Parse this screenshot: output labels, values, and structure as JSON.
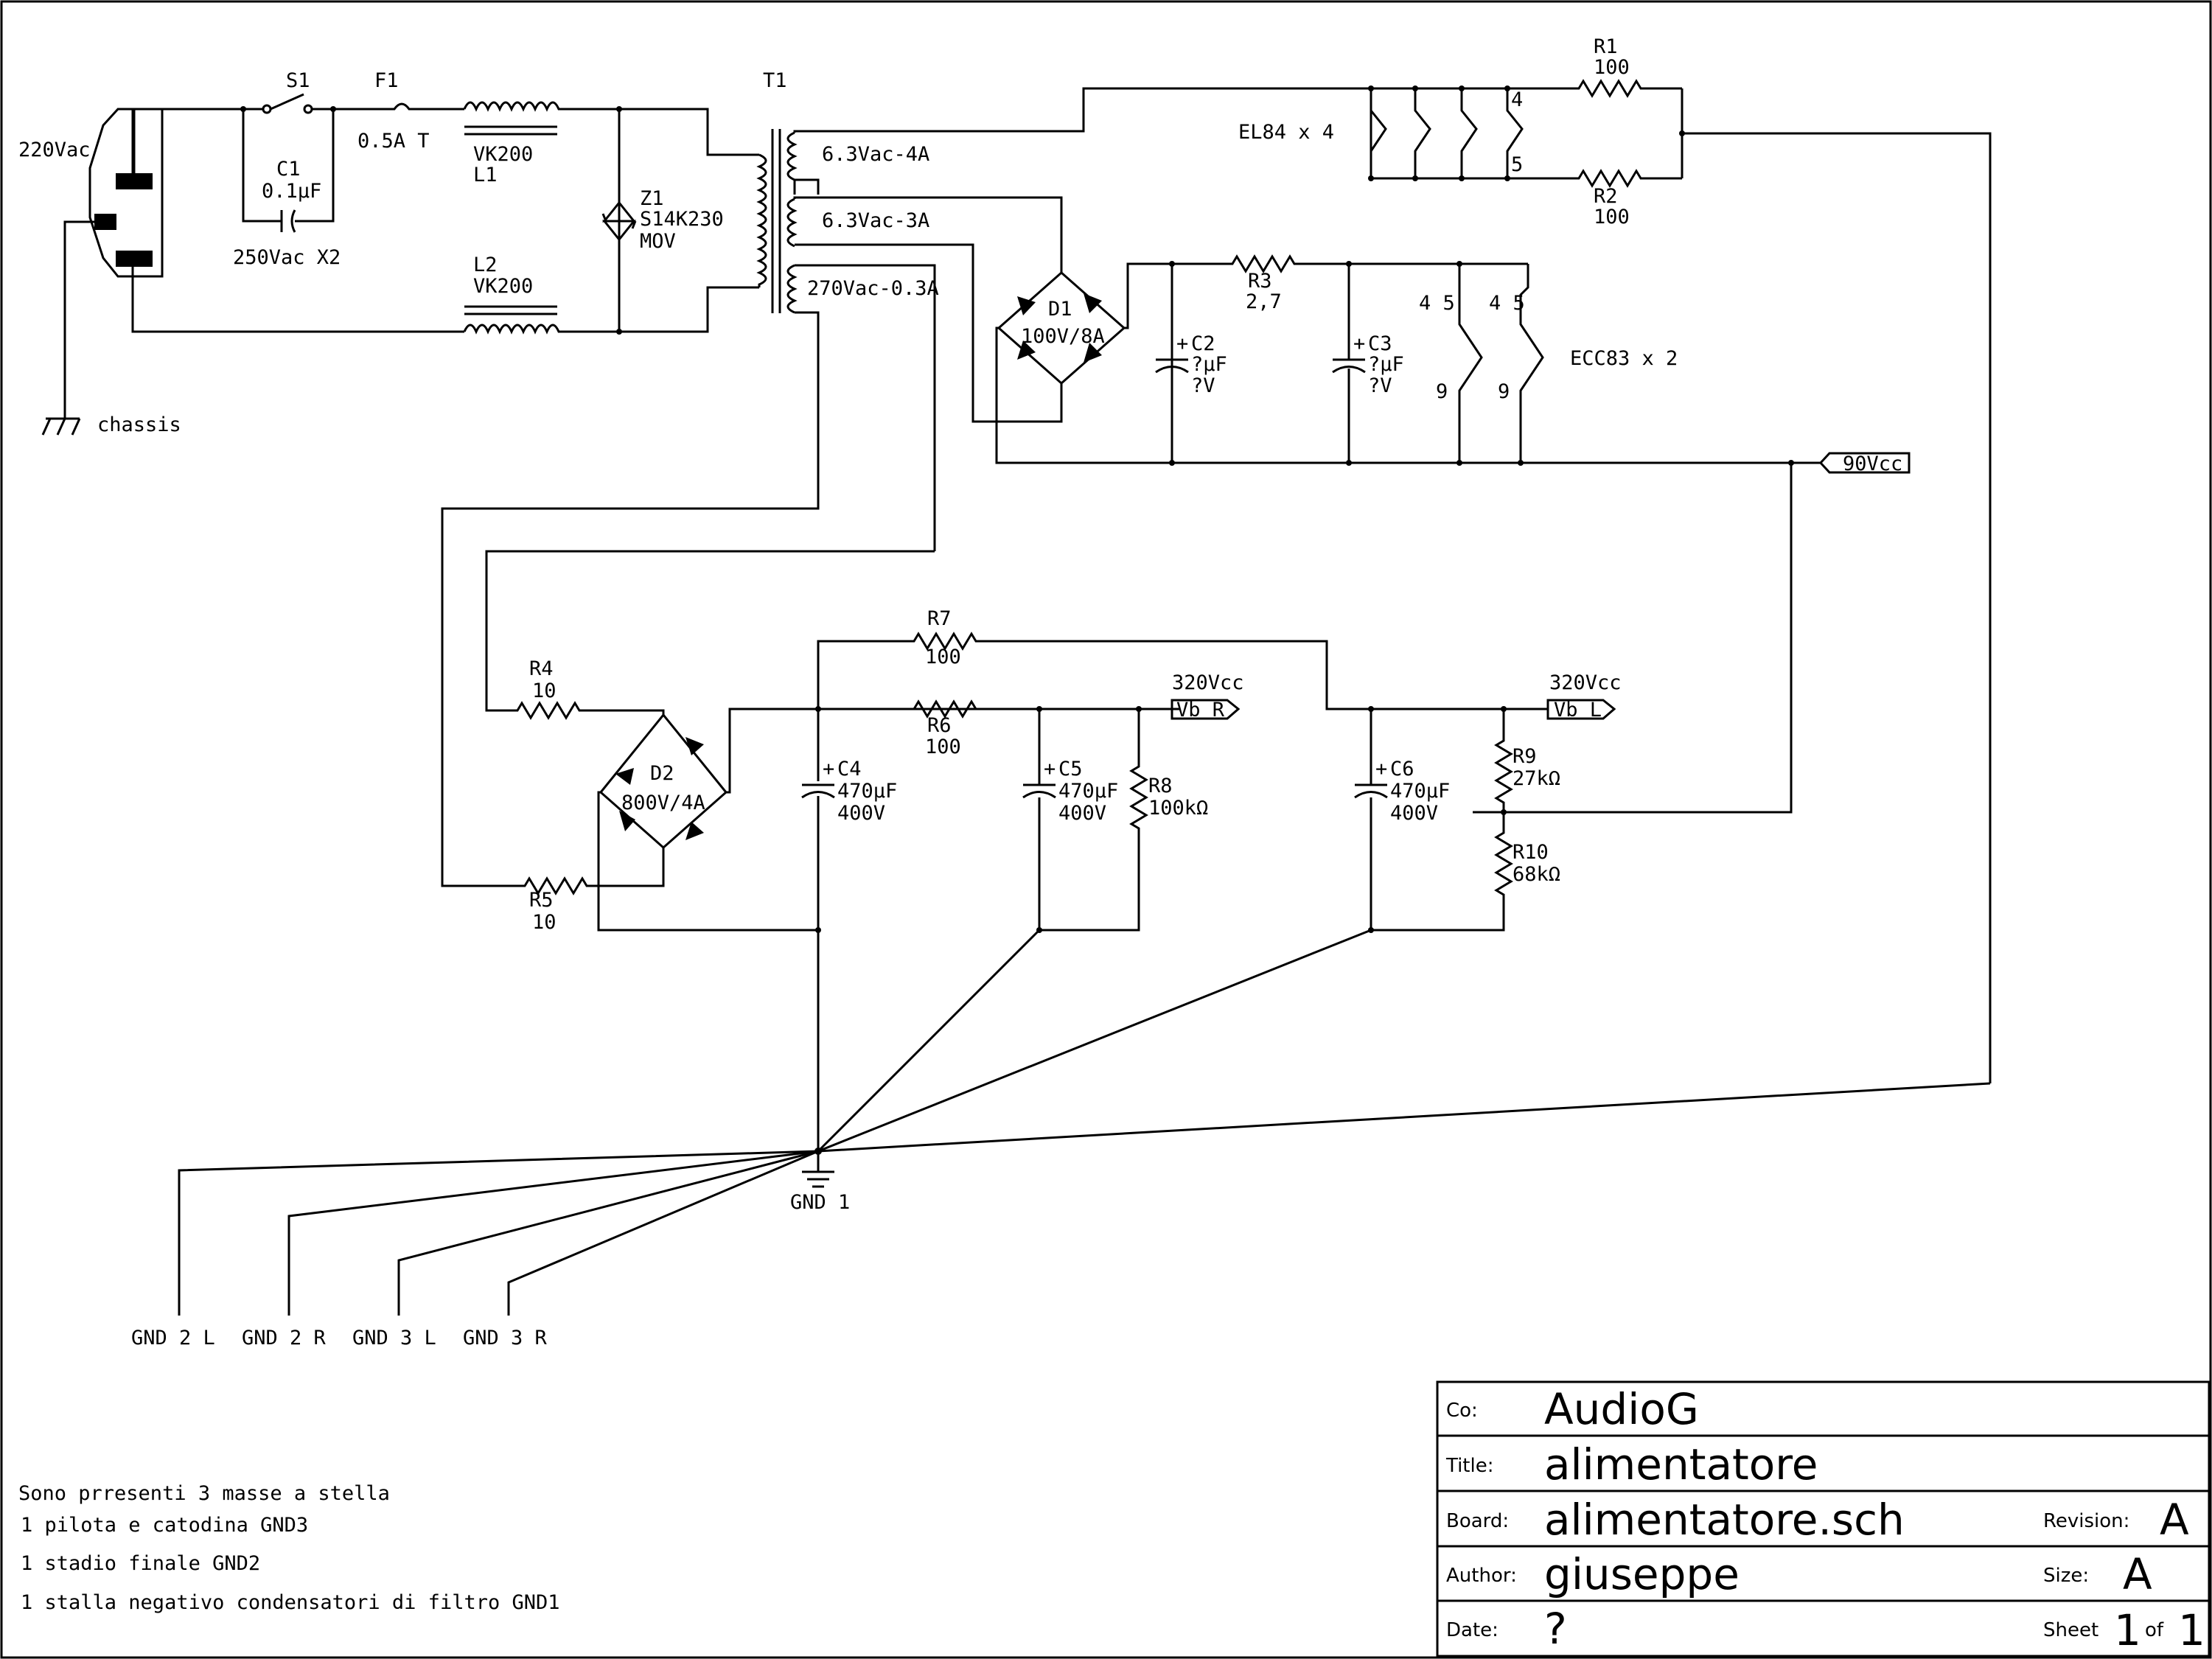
{
  "title_block": {
    "co_label": "Co:",
    "co": "AudioG",
    "title_label": "Title:",
    "title": "alimentatore",
    "board_label": "Board:",
    "board": "alimentatore.sch",
    "revision_label": "Revision:",
    "revision": "A",
    "author_label": "Author:",
    "author": "giuseppe",
    "size_label": "Size:",
    "size": "A",
    "date_label": "Date:",
    "date": "?",
    "sheet_label": "Sheet",
    "sheet": "1",
    "of_label": "of",
    "sheet_total": "1"
  },
  "mains": {
    "input": "220Vac",
    "chassis": "chassis"
  },
  "parts": {
    "s1": "S1",
    "f1": "F1",
    "f1_value": "0.5A T",
    "c1": "C1",
    "c1_value": "0.1µF",
    "c1_rating": "250Vac X2",
    "l1_value": "VK200",
    "l1": "L1",
    "l2": "L2",
    "l2_value": "VK200",
    "z1": "Z1",
    "z1_value": "S14K230",
    "z1_type": "MOV",
    "t1": "T1",
    "t1_sec1": "6.3Vac-4A",
    "t1_sec2": "6.3Vac-3A",
    "t1_sec3": "270Vac-0.3A",
    "el84": "EL84 x 4",
    "pin4": "4",
    "pin5": "5",
    "r1": "R1",
    "r1_value": "100",
    "r2": "R2",
    "r2_value": "100",
    "d1": "D1",
    "d1_value": "100V/8A",
    "c2": "C2",
    "c2_value": "?µF",
    "c2_rating": "?V",
    "r3": "R3",
    "r3_value": "2,7",
    "c3": "C3",
    "c3_value": "?µF",
    "c3_rating": "?V",
    "ecc83": "ECC83 x 2",
    "pins45": "4 5",
    "pin9": "9",
    "vcc90": "90Vcc",
    "r4": "R4",
    "r4_value": "10",
    "r5": "R5",
    "r5_value": "10",
    "d2": "D2",
    "d2_value": "800V/4A",
    "r7": "R7",
    "r7_value": "100",
    "r6": "R6",
    "r6_value": "100",
    "c4": "C4",
    "c4_value": "470µF",
    "c4_rating": "400V",
    "c5": "C5",
    "c5_value": "470µF",
    "c5_rating": "400V",
    "r8": "R8",
    "r8_value": "100kΩ",
    "c6": "C6",
    "c6_value": "470µF",
    "c6_rating": "400V",
    "r9": "R9",
    "r9_value": "27kΩ",
    "r10": "R10",
    "r10_value": "68kΩ",
    "vcc320_r": "320Vcc",
    "vbr": "Vb R",
    "vcc320_l": "320Vcc",
    "vbl": "Vb L",
    "gnd1": "GND 1",
    "gnd2l": "GND 2 L",
    "gnd2r": "GND 2 R",
    "gnd3l": "GND 3 L",
    "gnd3r": "GND 3 R"
  },
  "notes": [
    "Sono prresenti 3 masse a stella",
    "1 pilota e catodina GND3",
    "1 stadio finale GND2",
    "1 stalla negativo condensatori di filtro GND1"
  ]
}
